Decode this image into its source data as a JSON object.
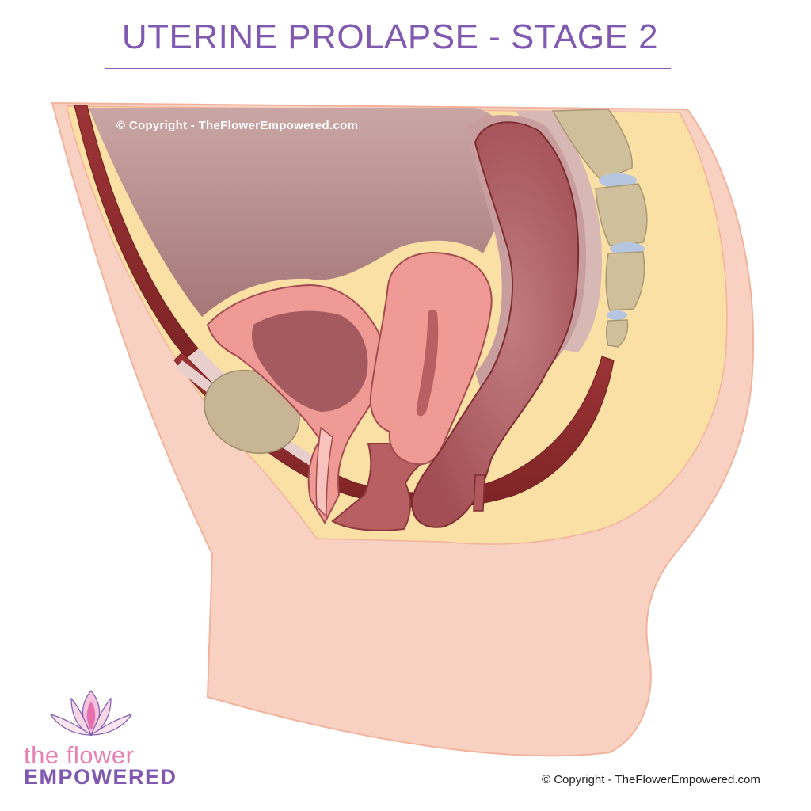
{
  "title": "UTERINE PROLAPSE - STAGE 2",
  "watermark_top": "© Copyright - TheFlowerEmpowered.com",
  "watermark_bottom": "© Copyright - TheFlowerEmpowered.com",
  "logo": {
    "line1": "the flower",
    "line2": "EMPOWERED",
    "icon": "lotus-icon"
  },
  "colors": {
    "title": "#8059b0",
    "skin": "#f8d1c2",
    "fat": "#fbe0a6",
    "peritoneum": "#c59d99",
    "bladder": "#f09a95",
    "uterus": "#f09a95",
    "rectum": "#b0595d",
    "muscle": "#8e2b2c",
    "bone": "#cfbf9a",
    "disc": "#b7c6e0"
  }
}
